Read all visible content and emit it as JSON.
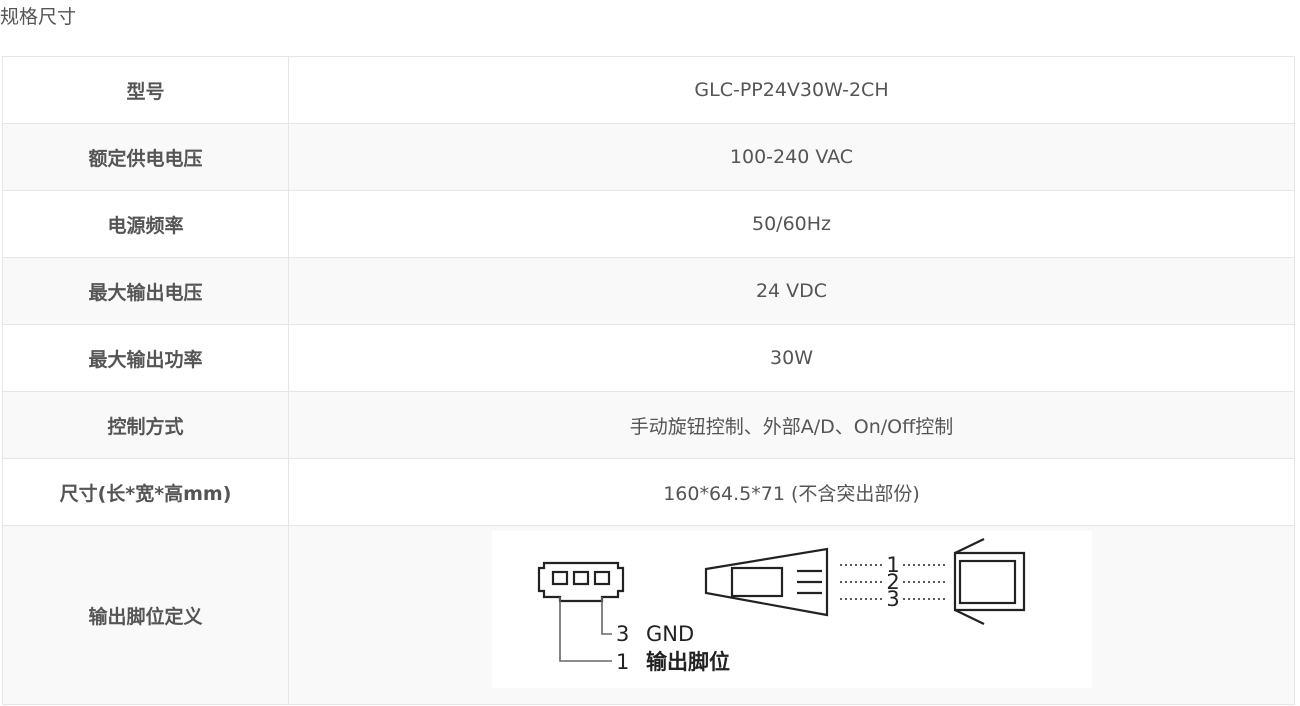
{
  "section_title": "规格尺寸",
  "rows": [
    {
      "label": "型号",
      "value": "GLC-PP24V30W-2CH"
    },
    {
      "label": "额定供电电压",
      "value": "100-240 VAC"
    },
    {
      "label": "电源频率",
      "value": "50/60Hz"
    },
    {
      "label": "最大输出电压",
      "value": "24 VDC"
    },
    {
      "label": "最大输出功率",
      "value": "30W"
    },
    {
      "label": "控制方式",
      "value": "手动旋钮控制、外部A/D、On/Off控制"
    },
    {
      "label": "尺寸(长*宽*高mm)",
      "value": "160*64.5*71 (不含突出部份)"
    }
  ],
  "pin_row": {
    "label": "输出脚位定义",
    "diagram": {
      "pin3_number": "3",
      "pin3_name": "GND",
      "pin1_number": "1",
      "pin1_name": "输出脚位",
      "line_numbers": [
        "1",
        "2",
        "3"
      ]
    }
  }
}
